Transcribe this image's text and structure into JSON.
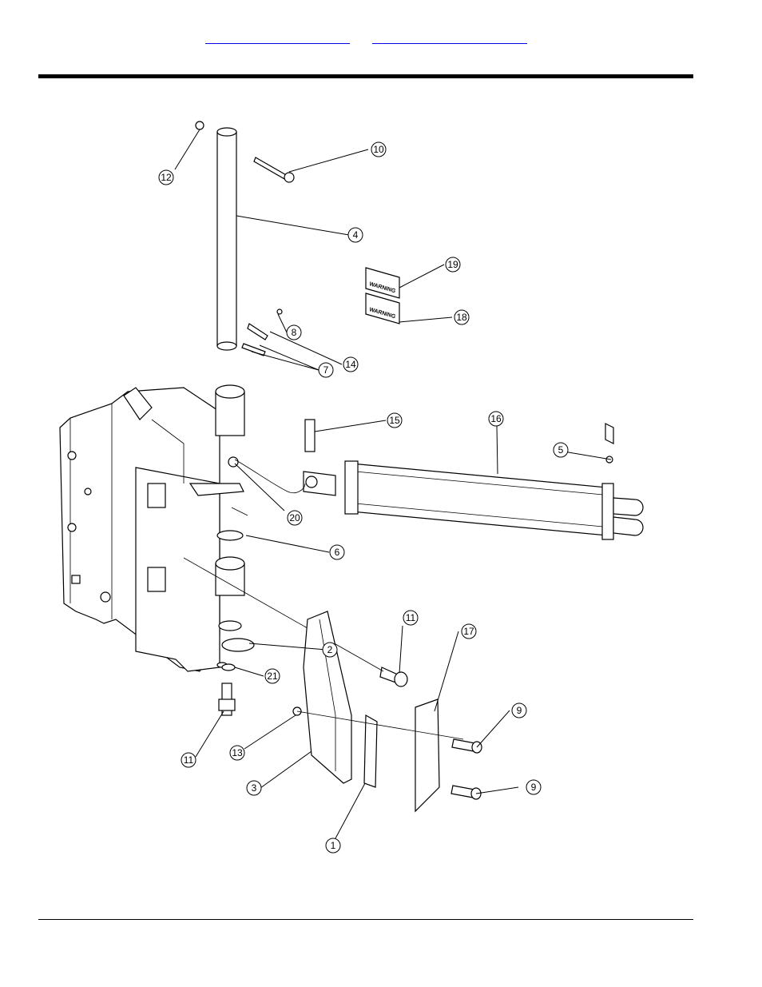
{
  "header": {
    "links": [
      {
        "label": ""
      },
      {
        "label": ""
      }
    ]
  },
  "diagram": {
    "decal_text": "WARNING",
    "callouts": [
      {
        "n": "1"
      },
      {
        "n": "2"
      },
      {
        "n": "3"
      },
      {
        "n": "4"
      },
      {
        "n": "5"
      },
      {
        "n": "6"
      },
      {
        "n": "7"
      },
      {
        "n": "8"
      },
      {
        "n": "9"
      },
      {
        "n": "9"
      },
      {
        "n": "10"
      },
      {
        "n": "11"
      },
      {
        "n": "11"
      },
      {
        "n": "12"
      },
      {
        "n": "13"
      },
      {
        "n": "14"
      },
      {
        "n": "15"
      },
      {
        "n": "16"
      },
      {
        "n": "17"
      },
      {
        "n": "18"
      },
      {
        "n": "19"
      },
      {
        "n": "20"
      },
      {
        "n": "21"
      }
    ]
  }
}
